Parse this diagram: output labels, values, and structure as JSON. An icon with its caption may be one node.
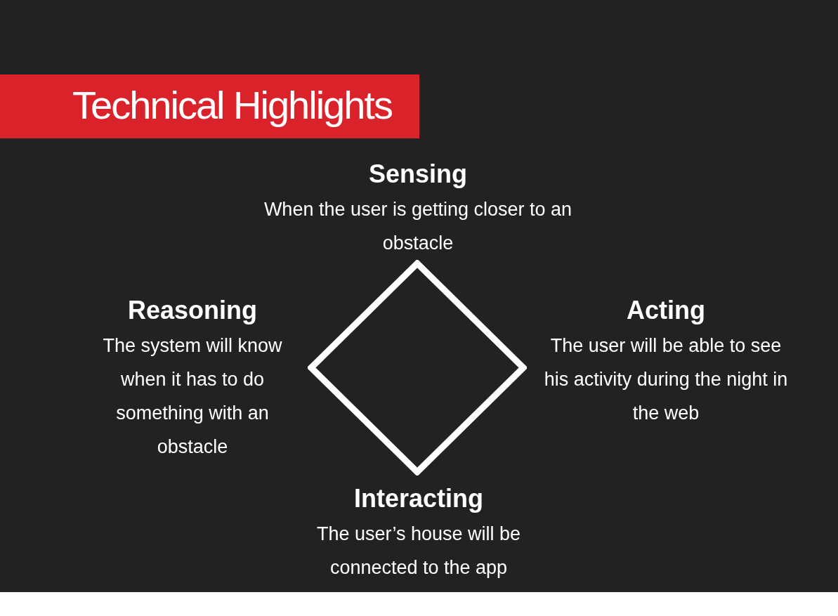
{
  "diagram": {
    "title": "Technical Highlights",
    "nodes": [
      {
        "text": [
          "Sensing",
          "When the user is getting closer to an obstacle"
        ]
      },
      {
        "text": [],
        "shape": "diamond"
      },
      {
        "text": [
          "Reasoning",
          "The system will know when it has to do something with an obstacle"
        ]
      },
      {
        "text": [
          "Acting",
          "The user will be able to see his activity during the night in the web"
        ]
      },
      {
        "text": [
          "Interacting",
          "The user’s house will be connected to the app"
        ]
      }
    ]
  }
}
